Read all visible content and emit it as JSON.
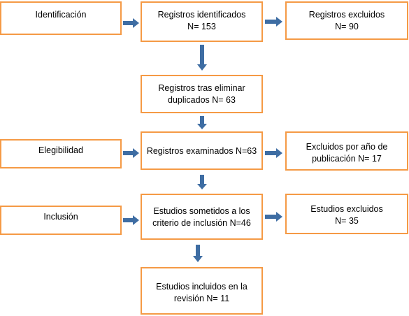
{
  "flow": {
    "stage_labels": {
      "identification": "Identificación",
      "eligibility": "Elegibilidad",
      "inclusion": "Inclusión"
    },
    "records_identified": {
      "line1": "Registros identificados",
      "line2": "N= 153"
    },
    "records_excluded": {
      "line1": "Registros excluidos",
      "line2": "N= 90"
    },
    "after_duplicates": {
      "line1": "Registros tras eliminar",
      "line2": "duplicados N= 63"
    },
    "records_screened": {
      "line1": "Registros examinados N=63"
    },
    "excluded_by_year": {
      "line1": "Excluidos por año de",
      "line2": "publicación N= 17"
    },
    "studies_submitted": {
      "line1": "Estudios sometidos a los",
      "line2": "criterio de inclusión N=46"
    },
    "studies_excluded": {
      "line1": "Estudios excluidos",
      "line2": "N= 35"
    },
    "studies_included": {
      "line1": "Estudios incluidos en la",
      "line2": "revisión N= 11"
    }
  },
  "colors": {
    "box_border": "#f59a45",
    "arrow": "#3e6da3"
  }
}
